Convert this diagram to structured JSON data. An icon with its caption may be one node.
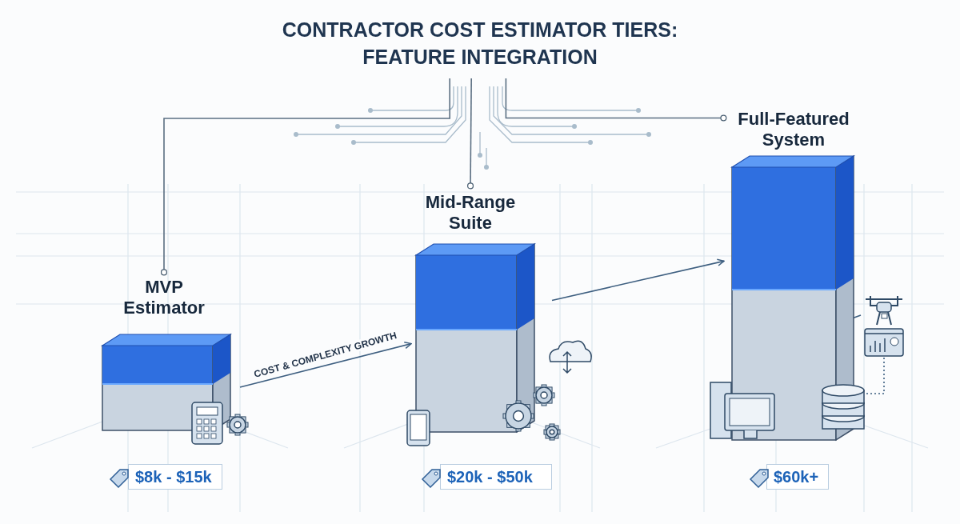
{
  "diagram": {
    "nodes": [
      {
        "text": [
          "CONTRACTOR COST ESTIMATOR TIERS: FEATURE INTEGRATION"
        ]
      },
      {
        "text": [
          "MVP Estimator"
        ]
      },
      {
        "text": [],
        "shape": "picture"
      },
      {
        "text": [
          "$8k - $15k"
        ]
      },
      {
        "text": [
          "Mid-Range Suite"
        ]
      },
      {
        "text": [],
        "shape": "picture"
      },
      {
        "text": [
          "$20k - $50k"
        ]
      },
      {
        "text": [
          "Full-Featured System"
        ]
      },
      {
        "text": [],
        "shape": "picture"
      },
      {
        "text": [
          "$60k+"
        ]
      },
      {
        "text": [],
        "shape": "picture"
      },
      {
        "text": [],
        "shape": "picture"
      },
      {
        "text": [],
        "shape": "picture"
      }
    ],
    "edges": [
      {
        "from": 0,
        "to": 1,
        "arrow": "other"
      },
      {
        "from": 0,
        "to": 4,
        "arrow": "other"
      },
      {
        "from": 0,
        "to": 7,
        "arrow": "other"
      },
      {
        "from": 2,
        "to": 5,
        "arrow": "to",
        "label": "COST & COMPLEXITY GROWTH"
      },
      {
        "from": 5,
        "to": 8,
        "arrow": "to"
      },
      {
        "from": 10,
        "to": 8,
        "arrow": "none"
      },
      {
        "from": 11,
        "to": 12,
        "arrow": "none",
        "style": "dashed"
      }
    ]
  }
}
